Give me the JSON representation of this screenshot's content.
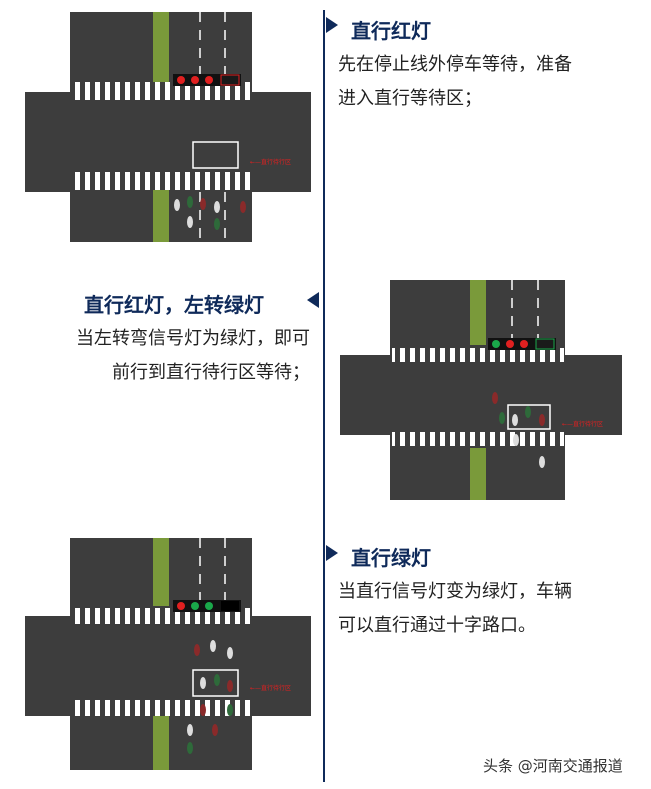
{
  "sections": [
    {
      "title": "直行红灯",
      "body": [
        "先在停止线外停车等待，准备",
        "进入直行等待区；"
      ]
    },
    {
      "title": "直行红灯，左转绿灯",
      "body": [
        "当左转弯信号灯为绿灯，即可",
        "前行到直行待行区等待；"
      ]
    },
    {
      "title": "直行绿灯",
      "body": [
        "当直行信号灯变为绿灯，车辆",
        "可以直行通过十字路口。"
      ]
    }
  ],
  "diagram_label": "←—直行待行区",
  "watermark": "头条 @河南交通报道",
  "colors": {
    "navy": "#0f2a5a",
    "road": "#3d3d3d",
    "median": "#7a9a3a",
    "red": "#e02020",
    "green": "#1aa84a"
  }
}
